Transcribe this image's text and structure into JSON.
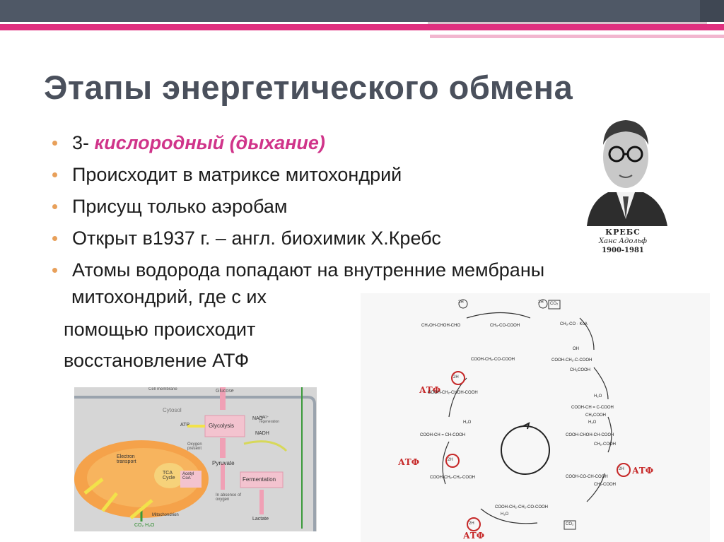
{
  "slide": {
    "title": "Этапы энергетического обмена",
    "bullets": [
      {
        "prefix": "3- ",
        "highlight": "кислородный",
        "suffix": "  (дыхание)"
      },
      {
        "text": "Происходит  в матриксе митохондрий"
      },
      {
        "text": "Присущ только аэробам"
      },
      {
        "text": "Открыт в1937 г. – англ. биохимик Х.Кребс"
      },
      {
        "text": "Атомы водорода попадают на внутренние мембраны"
      }
    ],
    "continuation": [
      "митохондрий, где с их",
      "помощью происходит",
      "восстановление АТФ"
    ],
    "accent_color": "#d0348a"
  },
  "portrait": {
    "caption_name": "КРЕБС",
    "caption_full": "Ханс Адольф",
    "caption_years": "1900-1981"
  },
  "cell_diagram": {
    "labels": {
      "plasma": "Cell membrane",
      "cytosol": "Cytosol",
      "glucose": "Glucose",
      "glycolysis": "Glycolysis",
      "nad": "NAD⁺",
      "nadh": "NADH",
      "atp": "ATP",
      "pyruvate": "Pyruvate",
      "oxygen_present": "Oxygen present",
      "electron_transport": "Electron transport",
      "tca": "TCA Cycle",
      "acetyl": "Acetyl CoA",
      "fermentation": "Fermentation",
      "absence": "In absence of oxygen",
      "lactate": "Lactate",
      "mitochondrion": "Mitochondrion",
      "co2h2o": "CO₂  H₂O",
      "regeneration": "NAD⁺ regeneration"
    }
  },
  "krebs_cycle": {
    "atp": "АТФ",
    "h2": "2H",
    "co2": "CO₂",
    "h2o": "H₂O",
    "compounds": [
      "CH₃OH-CHOH-CHO",
      "CH₃-CO-COOH",
      "CH₃-CO · KoA",
      "COOH-CH₂-CO-COOH",
      "OH",
      "COOH-CH₂-C-COOH",
      "CH₂COOH",
      "COOH-CH₂-CHOH-COOH",
      "COOH-CH = C-COOH",
      "CH₂COOH",
      "COOH-CH = CH-COOH",
      "COOH-CHOH-CH-COOH",
      "CH₂-COOH",
      "COOH-CH₂-CH₂-COOH",
      "COOH-CO-CH-COOH",
      "CH₂-COOH",
      "COOH-CH₂-CH₂-CO-COOH"
    ]
  }
}
